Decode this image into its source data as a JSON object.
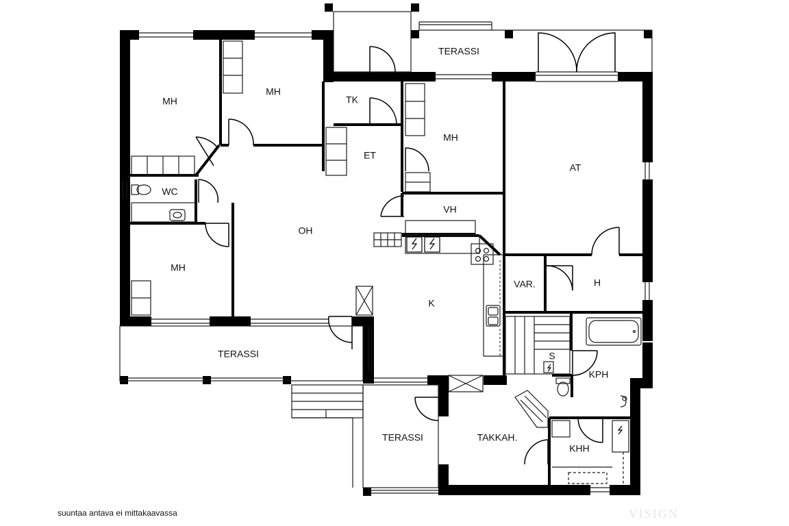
{
  "rooms": {
    "terrace_top": "TERASSI",
    "mh_1": "MH",
    "mh_2": "MH",
    "tk": "TK",
    "et": "ET",
    "mh_3": "MH",
    "at": "AT",
    "wc": "WC",
    "vh": "VH",
    "oh": "OH",
    "mh_4": "MH",
    "k": "K",
    "var": "VAR.",
    "h": "H",
    "s": "S",
    "kph": "KPH",
    "terrace_left": "TERASSI",
    "terrace_bottom": "TERASSI",
    "takkah": "TAKKAH.",
    "khh": "KHH"
  },
  "footer": {
    "disclaimer": "suuntaa antava ei mittakaavassa",
    "watermark": "VISIGN"
  },
  "colors": {
    "wall": "#000000",
    "line": "#1a1a1a",
    "watermark": "#e6e6e6"
  }
}
